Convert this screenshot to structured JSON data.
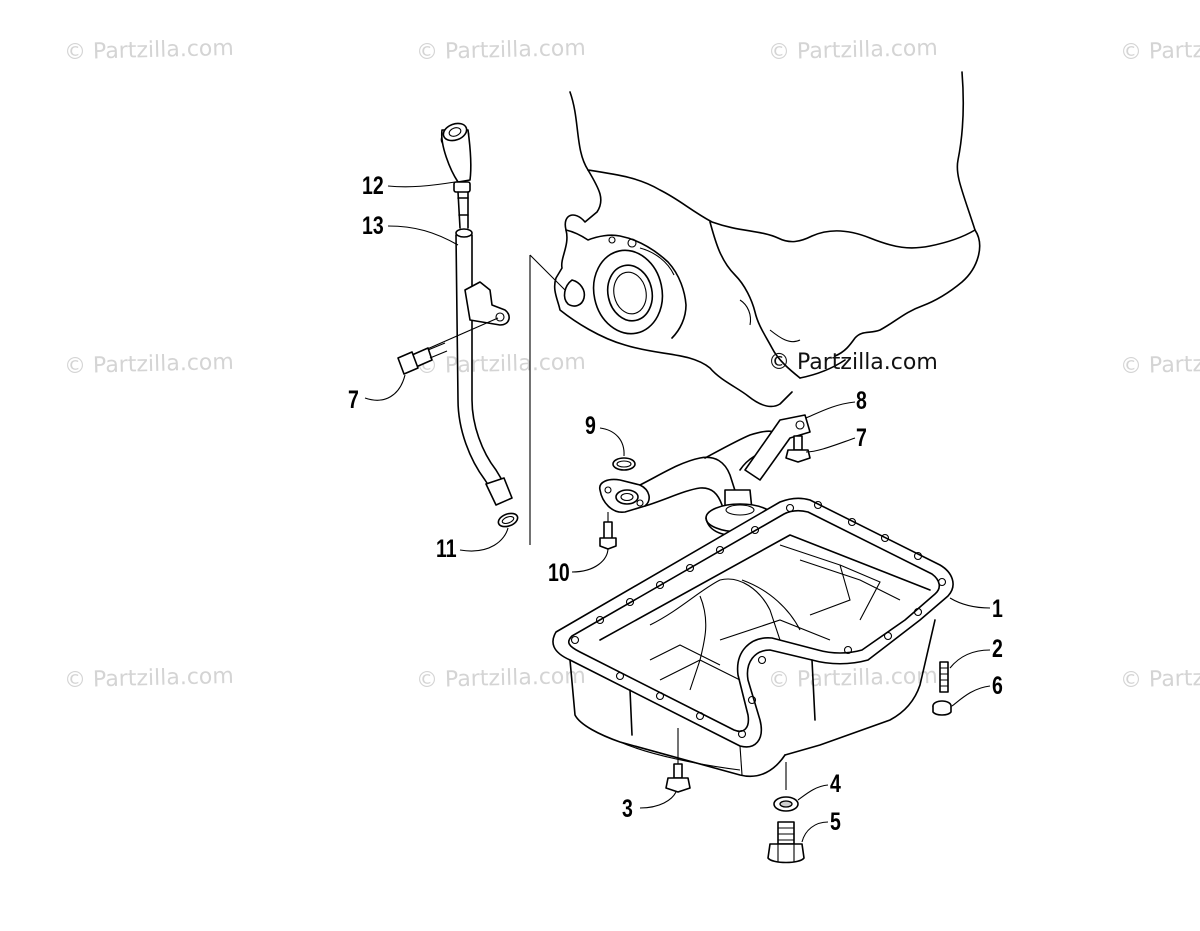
{
  "watermark": {
    "text": "© Partzilla.com",
    "positions_rows": 3
  },
  "copyright": {
    "text": "© Partzilla.com"
  },
  "callouts": [
    {
      "id": "1",
      "label": "1"
    },
    {
      "id": "2",
      "label": "2"
    },
    {
      "id": "3",
      "label": "3"
    },
    {
      "id": "4",
      "label": "4"
    },
    {
      "id": "5",
      "label": "5"
    },
    {
      "id": "6",
      "label": "6"
    },
    {
      "id": "7a",
      "label": "7"
    },
    {
      "id": "7b",
      "label": "7"
    },
    {
      "id": "8",
      "label": "8"
    },
    {
      "id": "9",
      "label": "9"
    },
    {
      "id": "10",
      "label": "10"
    },
    {
      "id": "11",
      "label": "11"
    },
    {
      "id": "12",
      "label": "12"
    },
    {
      "id": "13",
      "label": "13"
    }
  ],
  "colors": {
    "line": "#000000",
    "watermark": "#d4d4d4",
    "background": "#ffffff"
  }
}
